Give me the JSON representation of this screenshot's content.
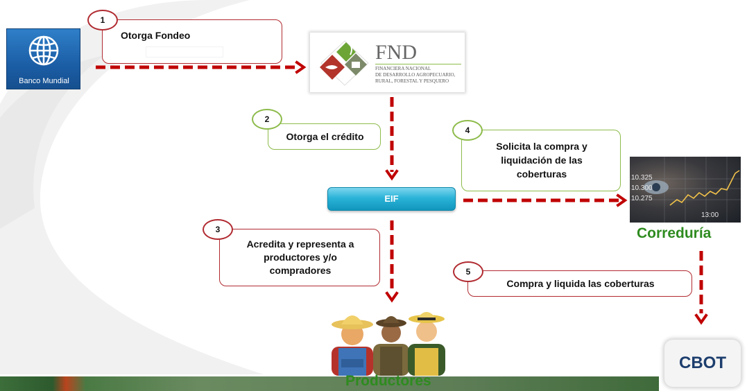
{
  "nodes": {
    "banco_mundial": {
      "label": "Banco Mundial"
    },
    "fnd": {
      "title": "FND",
      "subtitle_lines": [
        "FINANCIERA NACIONAL",
        "DE DESARROLLO AGROPECUARIO,",
        "RURAL, FORESTAL Y PESQUERO"
      ]
    },
    "eif": {
      "label": "EIF"
    },
    "correduria": {
      "label": "Correduría",
      "ticker": [
        "10.325",
        "10.300",
        "10.275"
      ],
      "time": "13:00"
    },
    "productores": {
      "label": "Productores"
    },
    "cbot": {
      "label": "CBOT"
    }
  },
  "steps": [
    {
      "number": "1",
      "text": "Otorga Fondeo"
    },
    {
      "number": "2",
      "text": "Otorga el crédito"
    },
    {
      "number": "3",
      "lines": [
        "Acredita y representa a",
        "productores y/o",
        "compradores"
      ]
    },
    {
      "number": "4",
      "lines": [
        "Solicita la compra  y",
        "liquidación de  las",
        "coberturas"
      ]
    },
    {
      "number": "5",
      "text": "Compra  y liquida las coberturas"
    }
  ],
  "colors": {
    "arrow": "#c00000",
    "red_border": "#b02a30",
    "green_border": "#8dbb4a",
    "green_text": "#2e8b1f",
    "eif_blue": "#1aa7c9"
  },
  "icons": [
    "globe-icon",
    "farmer-group-icon"
  ]
}
